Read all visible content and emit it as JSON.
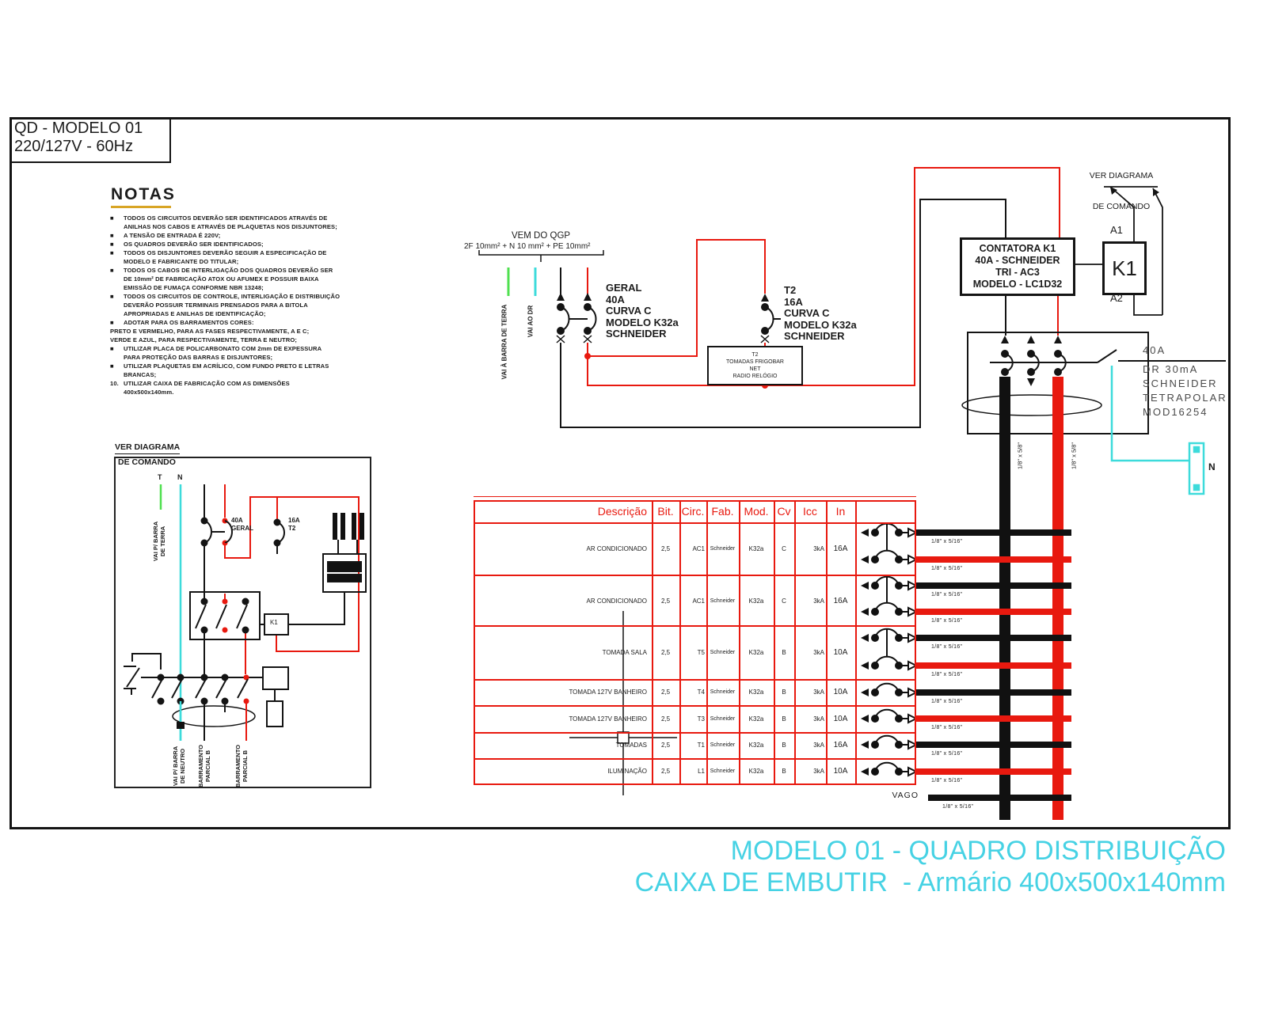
{
  "title": {
    "line1": "QD - MODELO 01",
    "line2": "220/127V - 60Hz"
  },
  "notes": {
    "heading": "NOTAS",
    "lines": [
      {
        "m": "■",
        "t": "TODOS OS CIRCUITOS DEVERÃO SER IDENTIFICADOS ATRAVÉS DE"
      },
      {
        "m": "",
        "t": "ANILHAS NOS CABOS E ATRAVÉS DE PLAQUETAS NOS DISJUNTORES;"
      },
      {
        "m": "■",
        "t": "A TENSÃO DE ENTRADA É 220V;"
      },
      {
        "m": "■",
        "t": "OS QUADROS DEVERÃO SER IDENTIFICADOS;"
      },
      {
        "m": "■",
        "t": "TODOS OS DISJUNTORES DEVERÃO SEGUIR A ESPECIFICAÇÃO DE"
      },
      {
        "m": "",
        "t": "MODELO E FABRICANTE DO TITULAR;"
      },
      {
        "m": "■",
        "t": "TODOS OS CABOS DE INTERLIGAÇÃO DOS QUADROS DEVERÃO SER"
      },
      {
        "m": "",
        "t": "DE 10mm² DE FABRICAÇÃO ATOX OU AFUMEX E POSSUIR BAIXA"
      },
      {
        "m": "",
        "t": "EMISSÃO DE FUMAÇA CONFORME NBR 13248;"
      },
      {
        "m": "■",
        "t": "TODOS OS CIRCUITOS DE CONTROLE, INTERLIGAÇÃO E DISTRIBUIÇÃO"
      },
      {
        "m": "",
        "t": "DEVERÃO POSSUIR TERMINAIS PRENSADOS PARA A BITOLA"
      },
      {
        "m": "",
        "t": "APROPRIADAS E ANILHAS DE IDENTIFICAÇÃO;"
      },
      {
        "m": "■",
        "t": "ADOTAR PARA OS BARRAMENTOS CORES:"
      },
      {
        "m": "",
        "t": "PRETO E VERMELHO, PARA AS FASES RESPECTIVAMENTE, A E C;"
      },
      {
        "m": "",
        "t": "VERDE E AZUL, PARA RESPECTIVAMENTE, TERRA E NEUTRO;"
      },
      {
        "m": "■",
        "t": "UTILIZAR PLACA DE POLICARBONATO COM 2mm DE EXPESSURA"
      },
      {
        "m": "",
        "t": "PARA PROTEÇÃO DAS BARRAS E DISJUNTORES;"
      },
      {
        "m": "■",
        "t": "UTILIZAR PLAQUETAS EM ACRÍLICO, COM FUNDO PRETO E LETRAS"
      },
      {
        "m": "",
        "t": "BRANCAS;"
      },
      {
        "m": "10.",
        "t": "UTILIZAR CAIXA DE FABRICAÇÃO COM AS DIMENSÕES"
      },
      {
        "m": "",
        "t": "400x500x140mm."
      }
    ]
  },
  "feed": {
    "source": "VEM DO QGP",
    "cables": "2F 10mm² + N 10 mm² + PE 10mm²",
    "to_earth": "VAI À BARRA DE TERRA",
    "to_dr": "VAI AO DR"
  },
  "geral": {
    "l1": "GERAL",
    "l2": "40A",
    "l3": "CURVA C",
    "l4": "MODELO K32a",
    "l5": "SCHNEIDER"
  },
  "t2": {
    "l1": "T2",
    "l2": "16A",
    "l3": "CURVA C",
    "l4": "MODELO K32a",
    "l5": "SCHNEIDER"
  },
  "t2_box": {
    "l1": "T2",
    "l2": "TOMADAS FRIGOBAR",
    "l3": "NET",
    "l4": "RADIO RELÓGIO"
  },
  "contactor": {
    "l1": "CONTATORA K1",
    "l2": "40A - SCHNEIDER",
    "l3": "TRI - AC3",
    "l4": "MODELO - LC1D32",
    "tag": "K1",
    "a1": "A1",
    "a2": "A2",
    "ref1": "VER DIAGRAMA",
    "ref2": "DE COMANDO"
  },
  "dr": {
    "l1": "40A",
    "l2": "DR  30mA",
    "l3": "SCHNEIDER",
    "l4": "TETRAPOLAR",
    "l5": "MOD16254"
  },
  "neutral_tag": "N",
  "bus": {
    "v_size": "1/8\" x 5/8\"",
    "h_size": "1/8\" x 5/16\"",
    "vago": "VAGO"
  },
  "command": {
    "ref1": "VER DIAGRAMA",
    "ref2": "DE COMANDO",
    "t": "T",
    "n": "N",
    "to_earth": "VAI P/ BARRA\nDE TERRA",
    "to_neutral": "VAI P/ BARRA\nDE NEUTRO",
    "bar1": "BARRAMENTO\nPARCIAL B",
    "bar2": "BARRAMENTO\nPARCIAL B",
    "geral": "40A\nGERAL",
    "t2": "16A\nT2",
    "k1": "K1"
  },
  "table": {
    "headers": {
      "desc": "Descrição",
      "bit": "Bit.",
      "circ": "Circ.",
      "fab": "Fab.",
      "mod": "Mod.",
      "cv": "Cv",
      "icc": "Icc",
      "in": "In"
    },
    "rows": [
      {
        "desc": "AR CONDICIONADO",
        "bit": "2,5",
        "circ": "AC1",
        "fab": "Schneider",
        "mod": "K32a",
        "cv": "C",
        "icc": "3kA",
        "in": "16A"
      },
      {
        "desc": "AR CONDICIONADO",
        "bit": "2,5",
        "circ": "AC1",
        "fab": "Schneider",
        "mod": "K32a",
        "cv": "C",
        "icc": "3kA",
        "in": "16A"
      },
      {
        "desc": "TOMADA SALA",
        "bit": "2,5",
        "circ": "T5",
        "fab": "Schneider",
        "mod": "K32a",
        "cv": "B",
        "icc": "3kA",
        "in": "10A"
      },
      {
        "desc": "TOMADA 127V BANHEIRO",
        "bit": "2,5",
        "circ": "T4",
        "fab": "Schneider",
        "mod": "K32a",
        "cv": "B",
        "icc": "3kA",
        "in": "10A"
      },
      {
        "desc": "TOMADA 127V BANHEIRO",
        "bit": "2,5",
        "circ": "T3",
        "fab": "Schneider",
        "mod": "K32a",
        "cv": "B",
        "icc": "3kA",
        "in": "10A"
      },
      {
        "desc": "TOMADAS",
        "bit": "2,5",
        "circ": "T1",
        "fab": "Schneider",
        "mod": "K32a",
        "cv": "B",
        "icc": "3kA",
        "in": "16A"
      },
      {
        "desc": "ILUMINAÇÃO",
        "bit": "2,5",
        "circ": "L1",
        "fab": "Schneider",
        "mod": "K32a",
        "cv": "B",
        "icc": "3kA",
        "in": "10A"
      }
    ]
  },
  "footer": {
    "line1": "MODELO 01 - QUADRO DISTRIBUIÇÃO",
    "line2": "CAIXA DE EMBUTIR  - Armário 400x500x140mm"
  },
  "colors": {
    "red": "#e8190f",
    "green": "#4fe04f",
    "cyan": "#3ddbdb",
    "title_cyan": "#46d2e4",
    "black": "#141414"
  }
}
